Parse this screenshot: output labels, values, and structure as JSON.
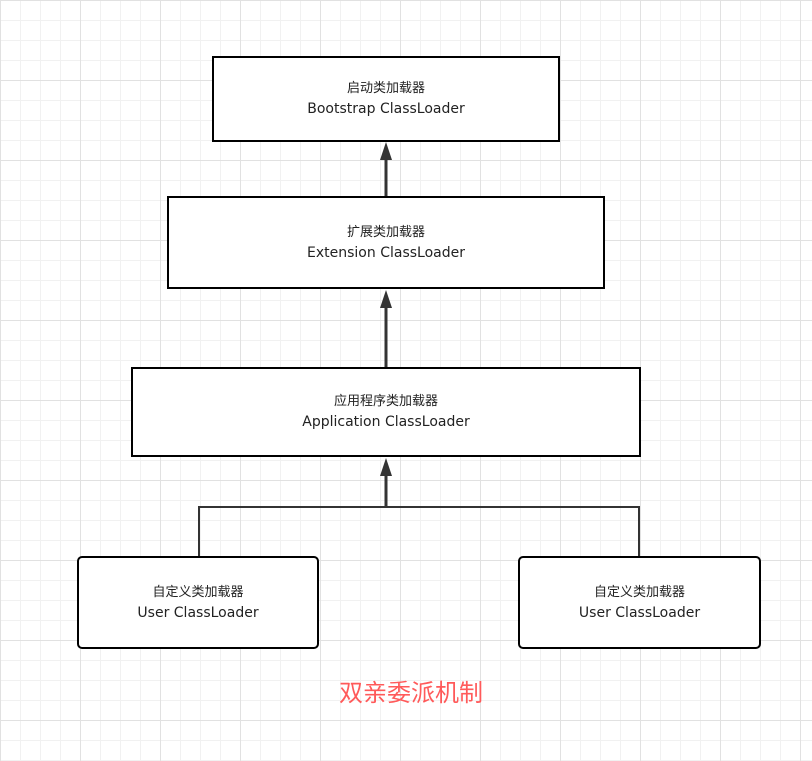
{
  "nodes": {
    "bootstrap": {
      "zh": "启动类加载器",
      "en": "Bootstrap ClassLoader"
    },
    "extension": {
      "zh": "扩展类加载器",
      "en": "Extension ClassLoader"
    },
    "application": {
      "zh": "应用程序类加载器",
      "en": "Application ClassLoader"
    },
    "user_left": {
      "zh": "自定义类加载器",
      "en": "User ClassLoader"
    },
    "user_right": {
      "zh": "自定义类加载器",
      "en": "User ClassLoader"
    }
  },
  "caption": "双亲委派机制",
  "colors": {
    "stroke": "#000000",
    "connector": "#333333",
    "caption": "#ff5a5a",
    "grid": "#e1e1e1"
  }
}
